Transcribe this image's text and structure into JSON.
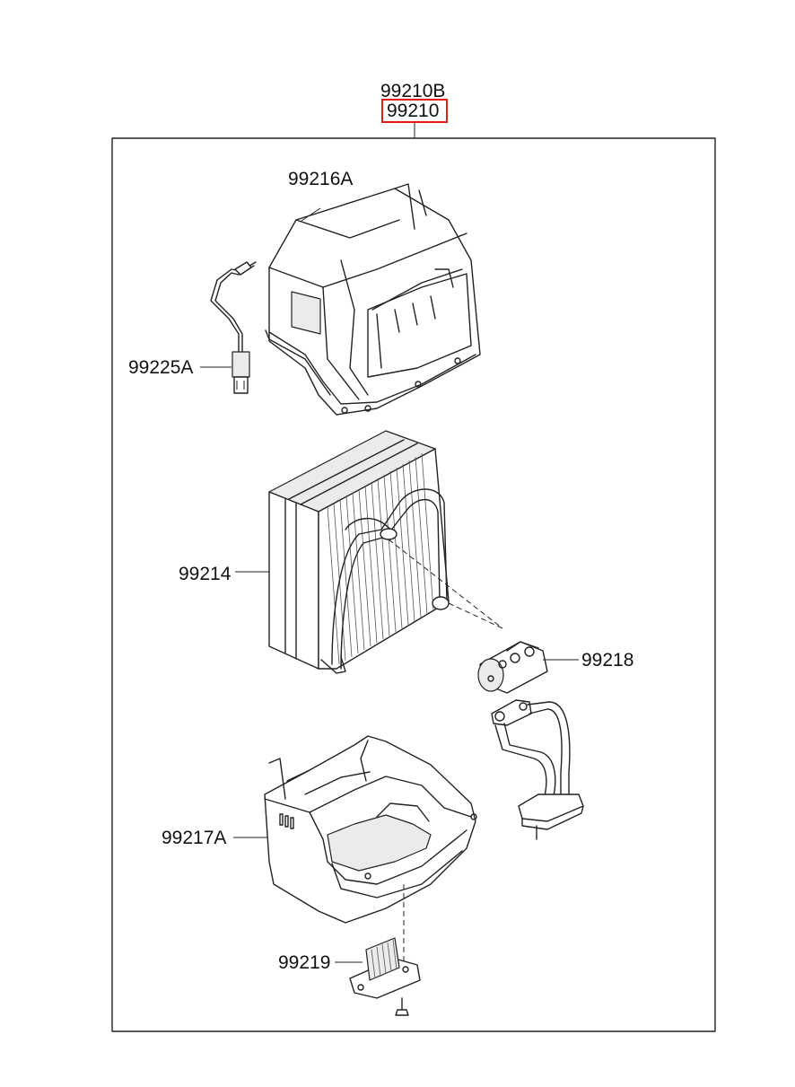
{
  "diagram": {
    "assembly_codes": {
      "alt": "99210B",
      "main": "99210"
    },
    "callouts": {
      "case_upper": "99216A",
      "sensor": "99225A",
      "evaporator": "99214",
      "expansion_valve": "99218",
      "case_lower": "99217A",
      "resistor": "99219"
    },
    "highlight_color": "#e21b1b"
  }
}
